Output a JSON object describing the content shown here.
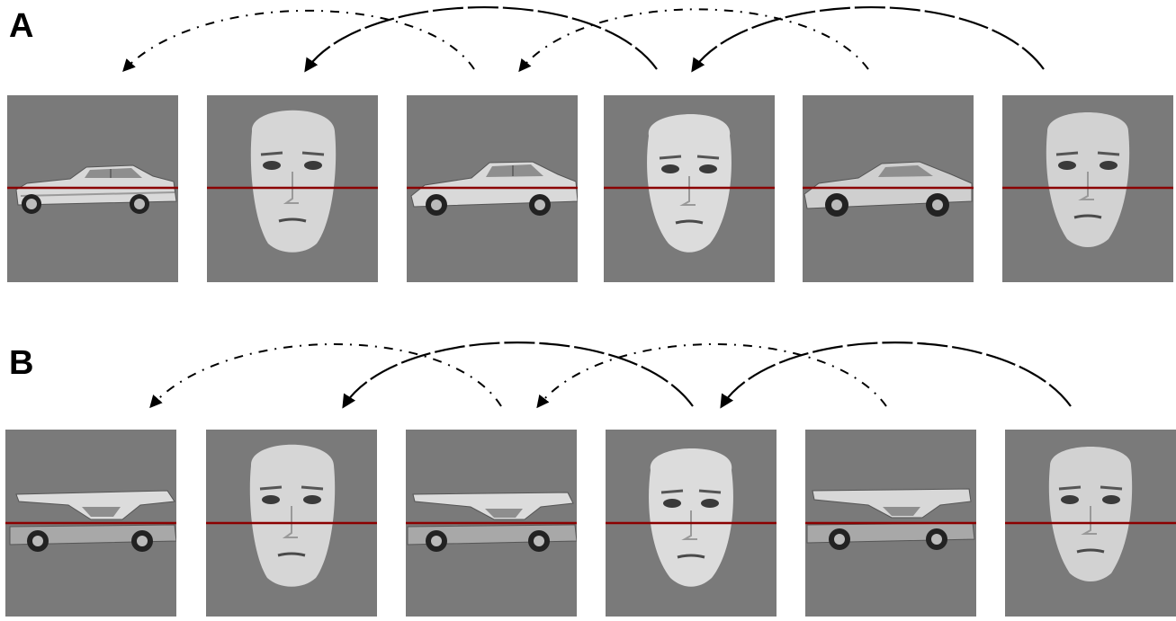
{
  "panels": [
    {
      "label": "A",
      "sequence": [
        "car",
        "face",
        "car",
        "face",
        "car",
        "face"
      ],
      "car_variant": "intact",
      "arrows": [
        {
          "from": 3,
          "to": 1,
          "style": "dashed"
        },
        {
          "from": 4,
          "to": 2,
          "style": "solid"
        },
        {
          "from": 5,
          "to": 3,
          "style": "dashed"
        },
        {
          "from": 6,
          "to": 4,
          "style": "solid"
        }
      ]
    },
    {
      "label": "B",
      "sequence": [
        "car",
        "face",
        "car",
        "face",
        "car",
        "face"
      ],
      "car_variant": "roof-displaced",
      "arrows": [
        {
          "from": 3,
          "to": 1,
          "style": "dashed"
        },
        {
          "from": 4,
          "to": 2,
          "style": "solid"
        },
        {
          "from": 5,
          "to": 3,
          "style": "dashed"
        },
        {
          "from": 6,
          "to": 4,
          "style": "solid"
        }
      ]
    }
  ],
  "colors": {
    "tile_background": "#7a7a7a",
    "midline": "#8b0000",
    "arrow": "#000000"
  }
}
